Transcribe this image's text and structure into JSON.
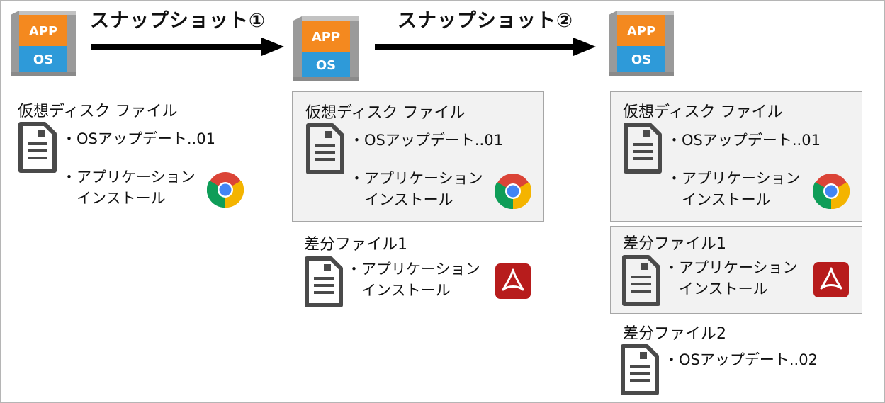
{
  "vm": {
    "app_label": "APP",
    "os_label": "OS"
  },
  "arrows": [
    {
      "label": "スナップショット①"
    },
    {
      "label": "スナップショット②"
    }
  ],
  "columns": [
    {
      "groups": [
        {
          "title": "仮想ディスク ファイル",
          "items": [
            "・OSアップデート..01",
            "・アプリケーション",
            "　インストール"
          ],
          "app_icon": "chrome-icon"
        }
      ]
    },
    {
      "groups": [
        {
          "title": "仮想ディスク ファイル",
          "items": [
            "・OSアップデート..01",
            "・アプリケーション",
            "　インストール"
          ],
          "app_icon": "chrome-icon"
        },
        {
          "title": "差分ファイル1",
          "items": [
            "・アプリケーション",
            "　インストール"
          ],
          "app_icon": "acrobat-icon"
        }
      ]
    },
    {
      "groups": [
        {
          "title": "仮想ディスク ファイル",
          "items": [
            "・OSアップデート..01",
            "・アプリケーション",
            "　インストール"
          ],
          "app_icon": "chrome-icon"
        },
        {
          "title": "差分ファイル1",
          "items": [
            "・アプリケーション",
            "　インストール"
          ],
          "app_icon": "acrobat-icon"
        },
        {
          "title": "差分ファイル2",
          "items": [
            "・OSアップデート..02"
          ],
          "app_icon": ""
        }
      ]
    }
  ],
  "colors": {
    "app_orange": "#f4891f",
    "os_blue": "#2e9ad9",
    "box_fill": "#f2f2f2",
    "box_border": "#a6a6a6",
    "acrobat_red": "#b71c1c"
  }
}
